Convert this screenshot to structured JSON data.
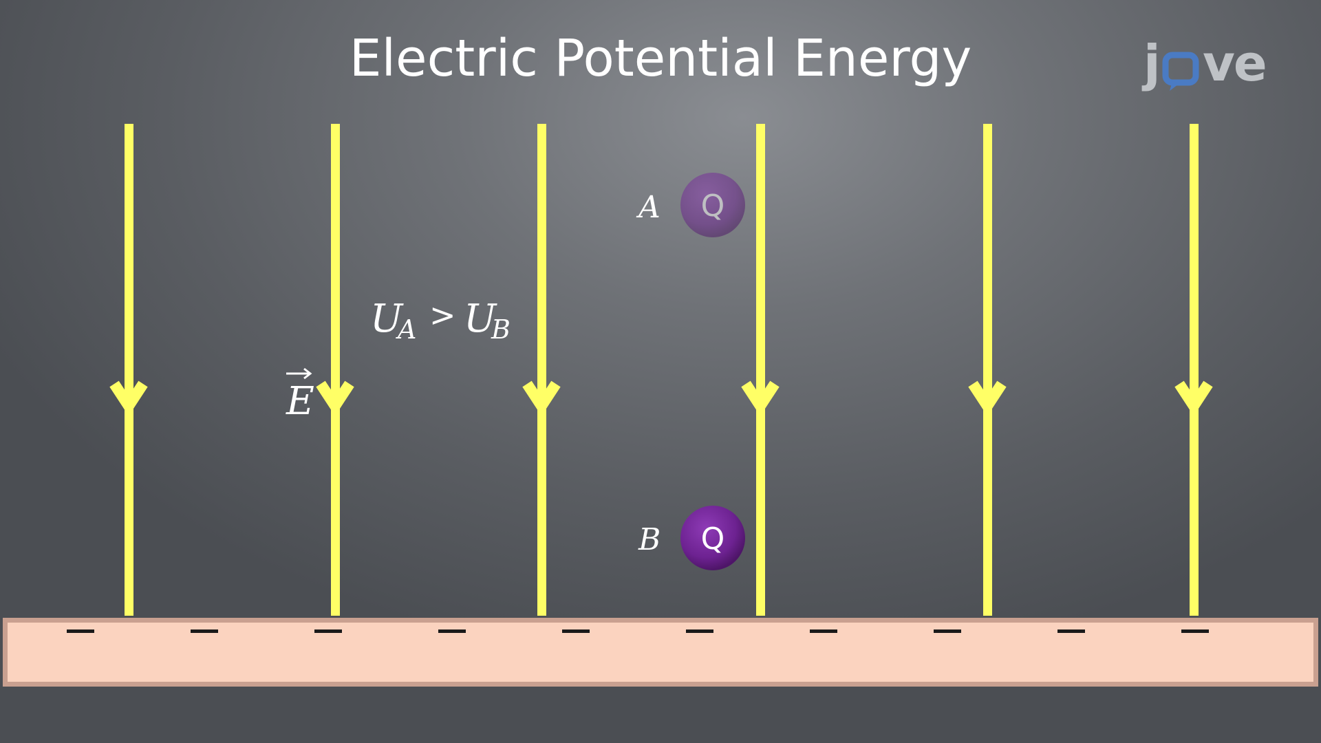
{
  "title": "Electric Potential Energy",
  "logo": {
    "text_j": "j",
    "text_ve": "ve",
    "icon": "speech-bubble-o-icon",
    "color": "#bfc2c6",
    "accent": "#4a7bc4"
  },
  "field_vector_label": "E",
  "relation": {
    "left_symbol": "U",
    "left_sub": "A",
    "operator": ">",
    "right_symbol": "U",
    "right_sub": "B"
  },
  "point_a": {
    "label": "A",
    "charge": "Q"
  },
  "point_b": {
    "label": "B",
    "charge": "Q"
  },
  "plate": {
    "sign": "–",
    "count": 10,
    "color": "#fbd3bf",
    "border": "#c9a090"
  },
  "field_line_color": "#ffff66",
  "charge_color": "#7b2ea0"
}
